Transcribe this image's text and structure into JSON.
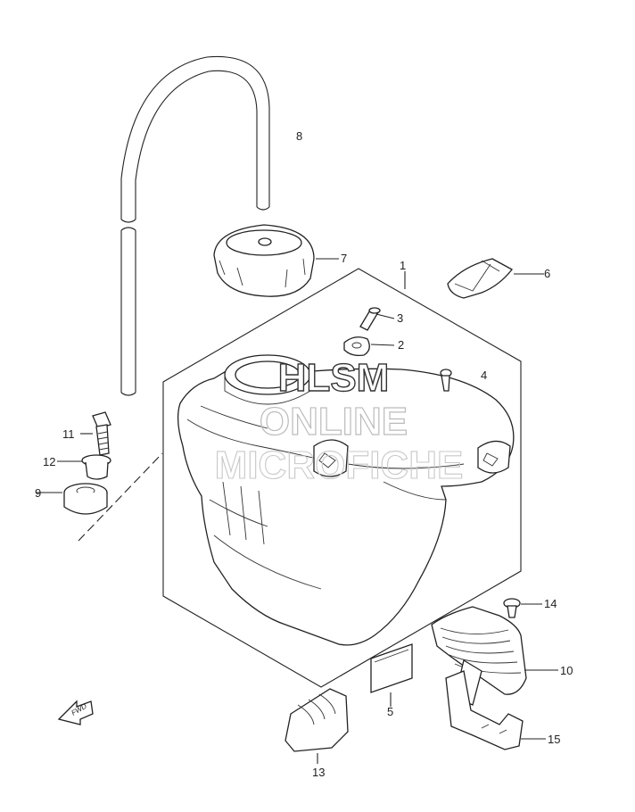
{
  "diagram": {
    "callouts": {
      "c1": "1",
      "c2": "2",
      "c3": "3",
      "c4": "4",
      "c5": "5",
      "c6": "6",
      "c7": "7",
      "c8": "8",
      "c9": "9",
      "c10": "10",
      "c11": "11",
      "c12": "12",
      "c13": "13",
      "c14": "14",
      "c15": "15"
    },
    "forward_label": "FWD",
    "watermark": {
      "line1": "HLSM",
      "line2": "ONLINE",
      "line3": "MICROFICHE"
    }
  }
}
